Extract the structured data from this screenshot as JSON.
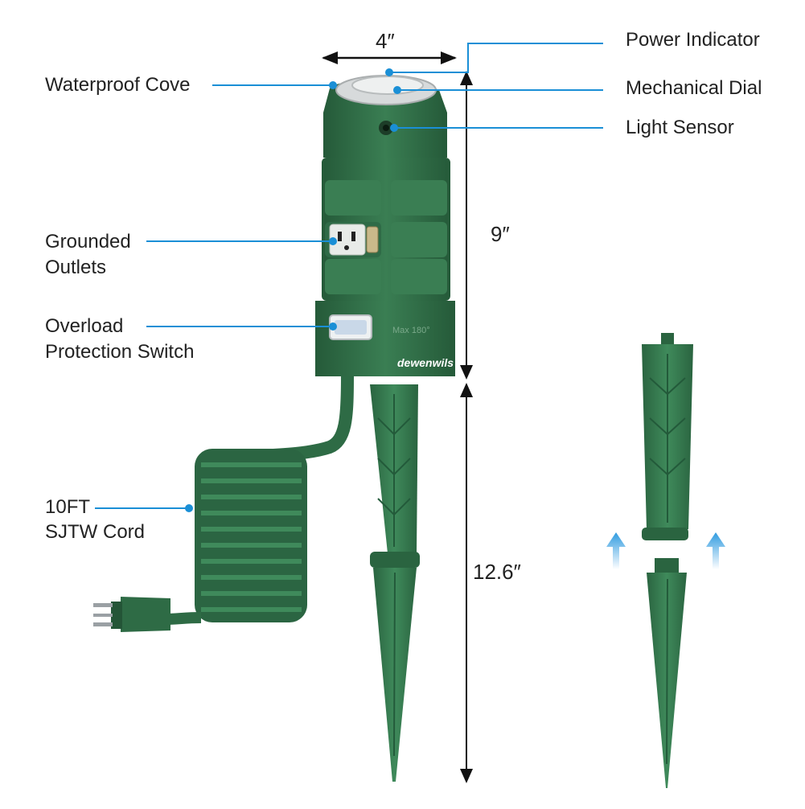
{
  "colors": {
    "body_green": "#2e6b45",
    "body_green_dark": "#1f4f31",
    "body_green_light": "#3d8257",
    "callout_blue": "#1a8fd6",
    "dimension_line": "#111111",
    "arrow_blue": "#2f9be0"
  },
  "labels": {
    "power_indicator": "Power Indicator",
    "mechanical_dial": "Mechanical Dial",
    "light_sensor": "Light Sensor",
    "waterproof_cove": "Waterproof Cove",
    "grounded_outlets_line1": "Grounded",
    "grounded_outlets_line2": "Outlets",
    "overload_line1": "Overload",
    "overload_line2": "Protection Switch",
    "cord_line1": "10FT",
    "cord_line2": "SJTW Cord"
  },
  "dimensions": {
    "width": "4″",
    "height_body": "9″",
    "height_stake": "12.6″"
  },
  "device": {
    "brand": "dewenwils",
    "dial_marking": "Max 180°"
  }
}
